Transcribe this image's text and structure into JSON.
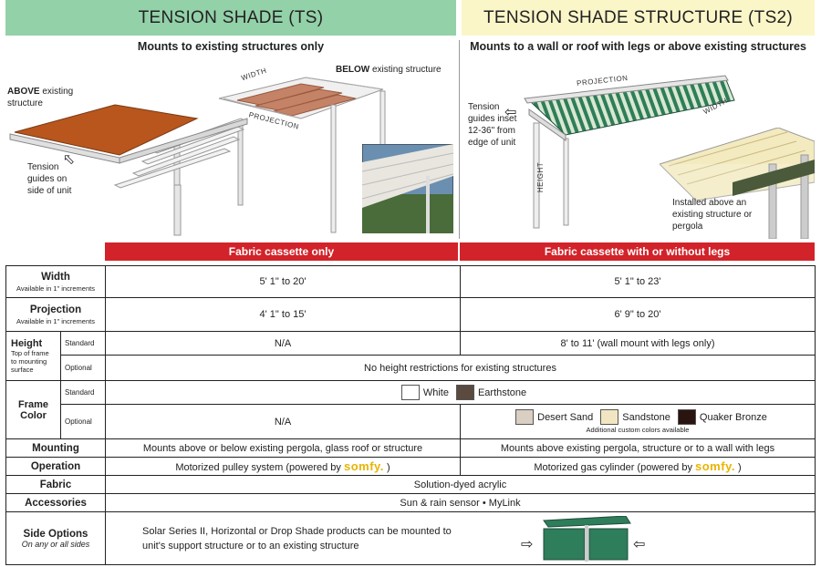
{
  "headers": {
    "ts_title": "TENSION SHADE (TS)",
    "ts2_title": "TENSION SHADE STRUCTURE (TS2)",
    "ts_subtitle": "Mounts to existing structures only",
    "ts2_subtitle": "Mounts to a wall or roof with legs or above existing structures"
  },
  "illustration_labels": {
    "above_bold": "ABOVE",
    "above_rest": " existing structure",
    "below_bold": "BELOW",
    "below_rest": " existing structure",
    "width": "WIDTH",
    "projection": "PROJECTION",
    "tension_guides_side": "Tension guides on side of unit",
    "tension_guides_inset": "Tension guides inset 12-36\" from edge of unit",
    "height": "HEIGHT",
    "ts2_width": "WIDTH",
    "ts2_projection": "PROJECTION",
    "installed_above": "Installed above an existing structure or pergola"
  },
  "red_bars": {
    "ts": "Fabric cassette only",
    "ts2": "Fabric cassette with or without legs"
  },
  "table": {
    "width": {
      "label": "Width",
      "note": "Available in 1\" increments",
      "ts": "5' 1\" to 20'",
      "ts2": "5' 1\" to 23'"
    },
    "projection": {
      "label": "Projection",
      "note": "Available in 1\" increments",
      "ts": "4' 1\" to 15'",
      "ts2": "6' 9\" to 20'"
    },
    "height": {
      "label": "Height",
      "note": "Top of frame to mounting surface",
      "standard": "Standard",
      "optional": "Optional",
      "ts_standard": "N/A",
      "ts2_standard": "8' to 11' (wall mount with legs only)",
      "optional_all": "No height restrictions for existing structures"
    },
    "frame_color": {
      "label": "Frame Color",
      "standard": "Standard",
      "optional": "Optional",
      "standard_colors": [
        {
          "name": "White",
          "color": "#ffffff"
        },
        {
          "name": "Earthstone",
          "color": "#5a4a40"
        }
      ],
      "ts_optional": "N/A",
      "ts2_optional_colors": [
        {
          "name": "Desert Sand",
          "color": "#d9cfc2"
        },
        {
          "name": "Sandstone",
          "color": "#f2e6c2"
        },
        {
          "name": "Quaker Bronze",
          "color": "#2a1410"
        }
      ],
      "ts2_note": "Additional custom colors available"
    },
    "mounting": {
      "label": "Mounting",
      "ts": "Mounts above or below existing pergola, glass roof or structure",
      "ts2": "Mounts above existing pergola, structure or to a wall with legs"
    },
    "operation": {
      "label": "Operation",
      "ts_pre": "Motorized pulley system (powered by ",
      "ts2_pre": "Motorized gas cylinder (powered by ",
      "brand": "somfy.",
      "post": ")"
    },
    "fabric": {
      "label": "Fabric",
      "value": "Solution-dyed acrylic"
    },
    "accessories": {
      "label": "Accessories",
      "value": "Sun & rain sensor  •  MyLink"
    },
    "side_options": {
      "label": "Side Options",
      "note": "On any or all sides",
      "text_line1": "Solar Series II, Horizontal or Drop Shade products can be mounted to",
      "text_line2": "unit's support structure or to an existing structure"
    }
  },
  "colors": {
    "ts_header": "#93d1a9",
    "ts2_header": "#fbf6c8",
    "red_bar": "#d2232a",
    "fabric_orange": "#b8561e",
    "fabric_green": "#2e7d5b",
    "somfy": "#e8b400"
  }
}
